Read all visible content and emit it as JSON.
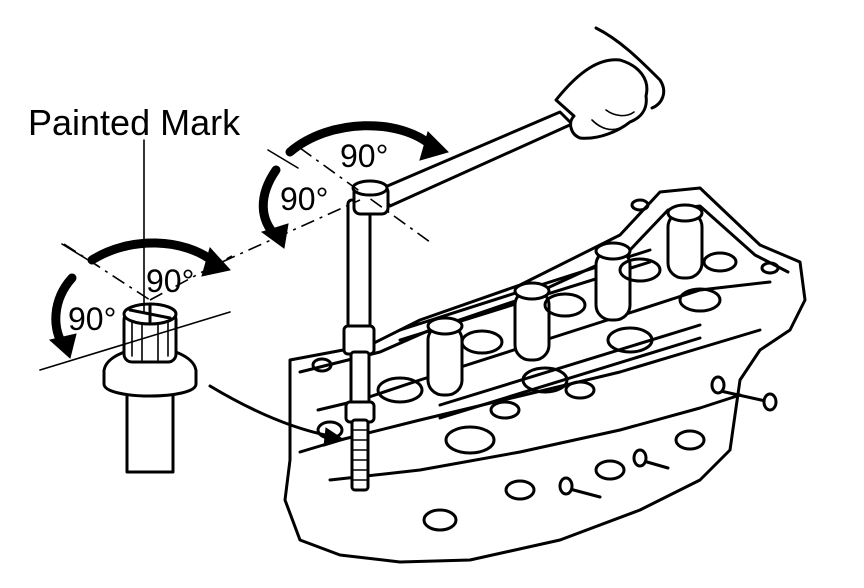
{
  "annotations": {
    "painted_mark": "Painted Mark",
    "wrench_top_angle": "90°",
    "wrench_left_angle": "90°",
    "bolt_top_angle": "90°",
    "bolt_left_angle": "90°"
  },
  "colors": {
    "ink": "#000000",
    "background": "#ffffff"
  }
}
